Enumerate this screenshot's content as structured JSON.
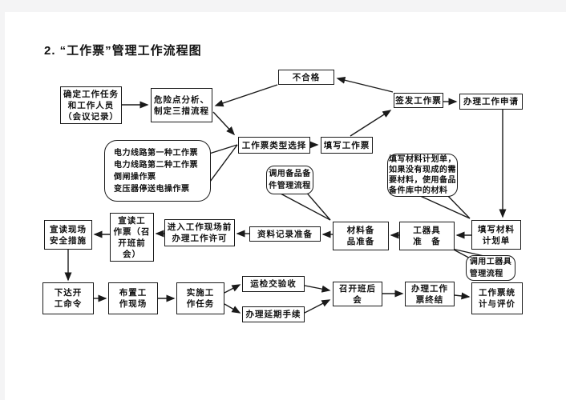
{
  "page": {
    "title": "2. “工作票”管理工作流程图"
  },
  "nodes": {
    "confirm_task": "确定工作任务\n和工作人员\n（会议记录）",
    "hazard_analysis": "危险点分析、\n制定三措流程",
    "unqualified": "不合格",
    "issue_ticket": "签发工作票",
    "work_apply": "办理工作申请",
    "ticket_type_select": "工作票类型选择",
    "fill_ticket": "填写工作票",
    "read_safety": "宣读现场\n安全措施",
    "read_ticket_meeting": "宣读工\n作票（召\n开班前\n会）",
    "work_permit": "进入工作现场前\n办理工作许可",
    "records_prep": "资料记录准备",
    "material_prep": "材料备\n品准备",
    "tools_prep": "工器具\n准　备",
    "fill_material_plan": "填写材料\n计划单",
    "start_order": "下达开\n工命令",
    "arrange_site": "布置工\n作现场",
    "implement_task": "实施工\n作任务",
    "inspection_acceptance": "运检交验收",
    "delay_procedure": "办理延期手续",
    "after_work_meeting": "召开班后\n会",
    "ticket_termination": "办理工作\n票终结",
    "ticket_statistics": "工作票统\n计与评价"
  },
  "callouts": {
    "ticket_types": "电力线路第一种工作票\n电力线路第二种工作票\n倒闸操作票\n变压器停送电操作票",
    "spare_parts_flow": "调用备品备\n件管理流程",
    "material_note": "填写材料计划单，\n如果没有现成的需\n要材料，使用备品\n备件库中的材料",
    "tools_flow": "调用工器具\n管理流程"
  },
  "colors": {
    "line": "#1a1a1a",
    "paper": "#ffffff",
    "frame": "#f4f4f5"
  }
}
